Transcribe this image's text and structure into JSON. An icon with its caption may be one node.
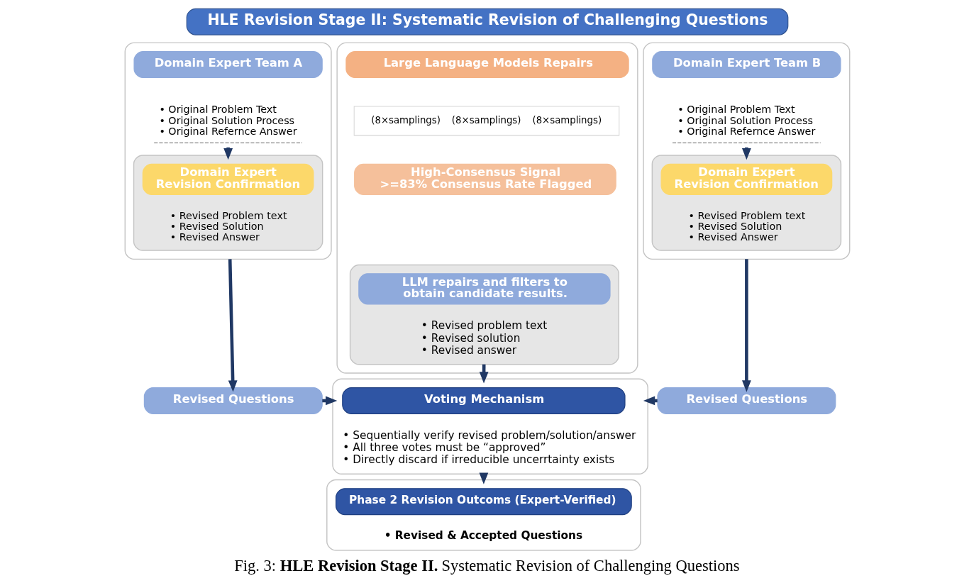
{
  "diagram": {
    "caption": "Fig. 3: **HLE Revision Stage II.** Systematic Revision of Challenging Questions",
    "nodes": [
      {
        "text": [
          "HLE Revision Stage II: Systematic Revision of Challenging Questions"
        ]
      },
      {
        "text": [],
        "shape": "box"
      },
      {
        "text": [
          "Domain Expert Team A"
        ],
        "in": 1
      },
      {
        "text": [
          "• Original Problem Text",
          "• Original Solution Process",
          "• Original Refernce Answer"
        ],
        "in": 1
      },
      {
        "text": [
          "• Revised Problem text",
          "• Revised Solution",
          "• Revised Answer"
        ],
        "in": 1
      },
      {
        "text": [
          "Domain Expert Revision Confirmation"
        ],
        "in": 4
      },
      {
        "text": [],
        "shape": "box"
      },
      {
        "text": [
          "Large Language Models Repairs"
        ],
        "in": 6
      },
      {
        "text": [
          "(8×samplings)",
          "(8×samplings)",
          "(8×samplings)"
        ],
        "in": 6
      },
      {
        "text": [
          "High-Consensus Signal",
          ">=83% Consensus Rate Flagged"
        ],
        "in": 6
      },
      {
        "text": [
          "• Revised problem text",
          "• Revised solution",
          "• Revised answer"
        ],
        "in": 6
      },
      {
        "text": [
          "LLM repairs and filters to obtain candidate results."
        ],
        "in": 10
      },
      {
        "text": [],
        "shape": "box"
      },
      {
        "text": [
          "Domain Expert Team B"
        ],
        "in": 12
      },
      {
        "text": [
          "• Original Problem Text",
          "• Original Solution Process",
          "• Original Refernce Answer"
        ],
        "in": 12
      },
      {
        "text": [
          "• Revised Problem text",
          "• Revised Solution",
          "• Revised Answer"
        ],
        "in": 12
      },
      {
        "text": [
          "Domain Expert Revision Confirmation"
        ],
        "in": 15
      },
      {
        "text": [
          "Revised Questions"
        ]
      },
      {
        "text": [
          "• Sequentially verify revised problem/solution/answer",
          "• All three votes must be “approved”",
          "• Directly discard if irreducible uncerrtainty exists"
        ]
      },
      {
        "text": [
          "Voting Mechanism"
        ],
        "in": 18
      },
      {
        "text": [
          "Revised Questions"
        ]
      },
      {
        "text": [
          "• Revised & Accepted Questions"
        ]
      },
      {
        "text": [
          "Phase 2 Revision Outcoms (Expert-Verified)"
        ],
        "in": 21
      }
    ],
    "edges": [
      {
        "from": 3,
        "to": 4,
        "arrow": "to"
      },
      {
        "from": 14,
        "to": 15,
        "arrow": "to"
      },
      {
        "from": 1,
        "to": 17,
        "arrow": "to"
      },
      {
        "from": 10,
        "to": 18,
        "arrow": "to"
      },
      {
        "from": 12,
        "to": 20,
        "arrow": "to"
      },
      {
        "from": 17,
        "to": 18,
        "arrow": "to"
      },
      {
        "from": 20,
        "to": 18,
        "arrow": "to"
      },
      {
        "from": 18,
        "to": 21,
        "arrow": "to"
      }
    ]
  }
}
